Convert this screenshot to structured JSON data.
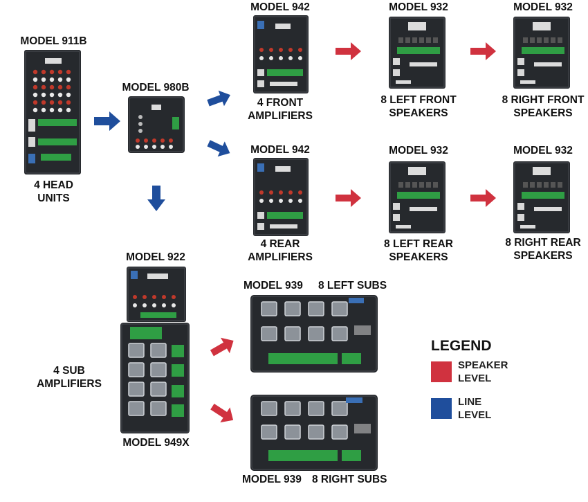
{
  "colors": {
    "speaker": "#d0323f",
    "line": "#1f4e9c",
    "board": "#26292d"
  },
  "labels": {
    "m911b": "MODEL 911B",
    "m911b_desc_1": "4 HEAD",
    "m911b_desc_2": "UNITS",
    "m980b": "MODEL 980B",
    "m942_front": "MODEL 942",
    "front_amps_1": "4 FRONT",
    "front_amps_2": "AMPLIFIERS",
    "m932_lf": "MODEL 932",
    "lf_speakers_1": "8 LEFT FRONT",
    "lf_speakers_2": "SPEAKERS",
    "m932_rf": "MODEL 932",
    "rf_speakers_1": "8 RIGHT FRONT",
    "rf_speakers_2": "SPEAKERS",
    "m942_rear": "MODEL 942",
    "rear_amps_1": "4 REAR",
    "rear_amps_2": "AMPLIFIERS",
    "m932_lr": "MODEL 932",
    "lr_speakers_1": "8 LEFT REAR",
    "lr_speakers_2": "SPEAKERS",
    "m932_rr": "MODEL 932",
    "rr_speakers_1": "8 RIGHT REAR",
    "rr_speakers_2": "SPEAKERS",
    "m922": "MODEL 922",
    "sub_amps_1": "4 SUB",
    "sub_amps_2": "AMPLIFIERS",
    "m949x": "MODEL 949X",
    "m939_top": "MODEL 939",
    "left_subs": "8 LEFT SUBS",
    "m939_bottom": "MODEL 939",
    "right_subs": "8 RIGHT SUBS"
  },
  "legend": {
    "title": "LEGEND",
    "speaker_1": "SPEAKER",
    "speaker_2": "LEVEL",
    "line_1": "LINE",
    "line_2": "LEVEL"
  }
}
